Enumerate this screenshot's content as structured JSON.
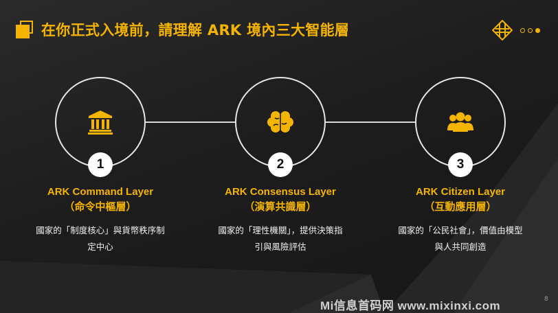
{
  "slide": {
    "title": "在你正式入境前，請理解 ARK 境內三大智能層",
    "page_number": "8",
    "watermark": "Mi信息首码网 www.mixinxi.com"
  },
  "colors": {
    "accent": "#f5b400",
    "background": "#1c1c1c",
    "text": "#ffffff",
    "ring": "#e6e6e6"
  },
  "pager": {
    "dots": 3,
    "active_index": 2
  },
  "layers": [
    {
      "number": "1",
      "icon": "bank-building-icon",
      "name": "ARK Command Layer",
      "sub": "（命令中樞層）",
      "desc_line1": "國家的「制度核心」與貨幣秩序制",
      "desc_line2": "定中心"
    },
    {
      "number": "2",
      "icon": "brain-icon",
      "name": "ARK Consensus Layer",
      "sub": "（演算共識層）",
      "desc_line1": "國家的「理性機關」，提供決策指",
      "desc_line2": "引與風險評估"
    },
    {
      "number": "3",
      "icon": "users-group-icon",
      "name": "ARK Citizen Layer",
      "sub": "（互動應用層）",
      "desc_line1": "國家的「公民社會」，價值由模型",
      "desc_line2": "與人共同創造"
    }
  ]
}
